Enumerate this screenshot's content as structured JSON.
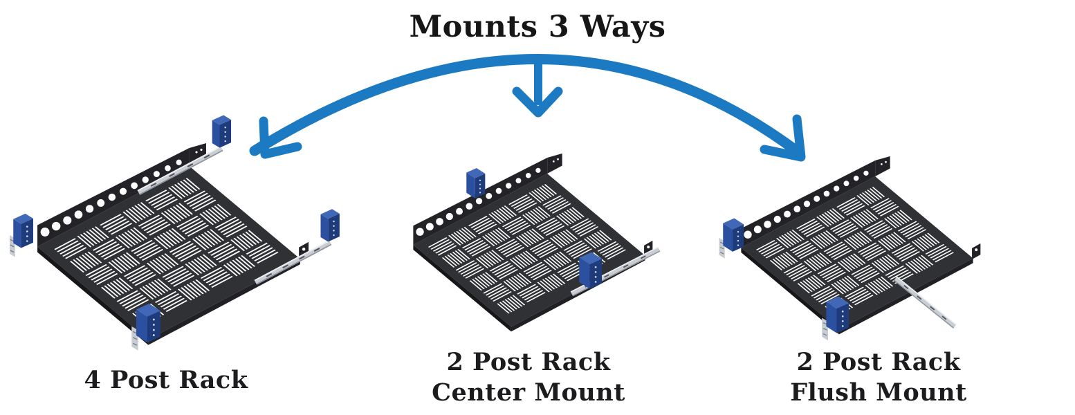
{
  "header": {
    "title": "Mounts 3 Ways"
  },
  "arrow": {
    "name": "three-way-mounting-arrow",
    "color": "#1b7ac1",
    "directions": [
      "left",
      "down",
      "right"
    ]
  },
  "shelves": [
    {
      "variant": "fourpost",
      "label_lines": [
        "4 Post Rack"
      ]
    },
    {
      "variant": "center",
      "label_lines": [
        "2 Post Rack",
        "Center Mount"
      ]
    },
    {
      "variant": "flush",
      "label_lines": [
        "2 Post Rack",
        "Flush Mount"
      ]
    }
  ],
  "colors": {
    "arrow_blue": "#1b7ac1",
    "shelf_metal": "#2f3134",
    "flange_metal": "#232327",
    "edge_dark": "#17171a",
    "edge_mid": "#212125",
    "slot_white": "#ffffff",
    "rail_silver": "#c9ced4",
    "rail_highlight": "#eff1f4",
    "rail_shadow": "#8f959d",
    "rail_hole": "#53575d",
    "bracket_top_blue": "#4168b7",
    "bracket_front_blue": "#2c50a0",
    "bracket_side_blue": "#1e3c7c",
    "bracket_dot": "#d3dbe8",
    "plate_silver": "#c7ccd2",
    "plate_dash": "#777d85",
    "text": "#1c1c1e"
  }
}
